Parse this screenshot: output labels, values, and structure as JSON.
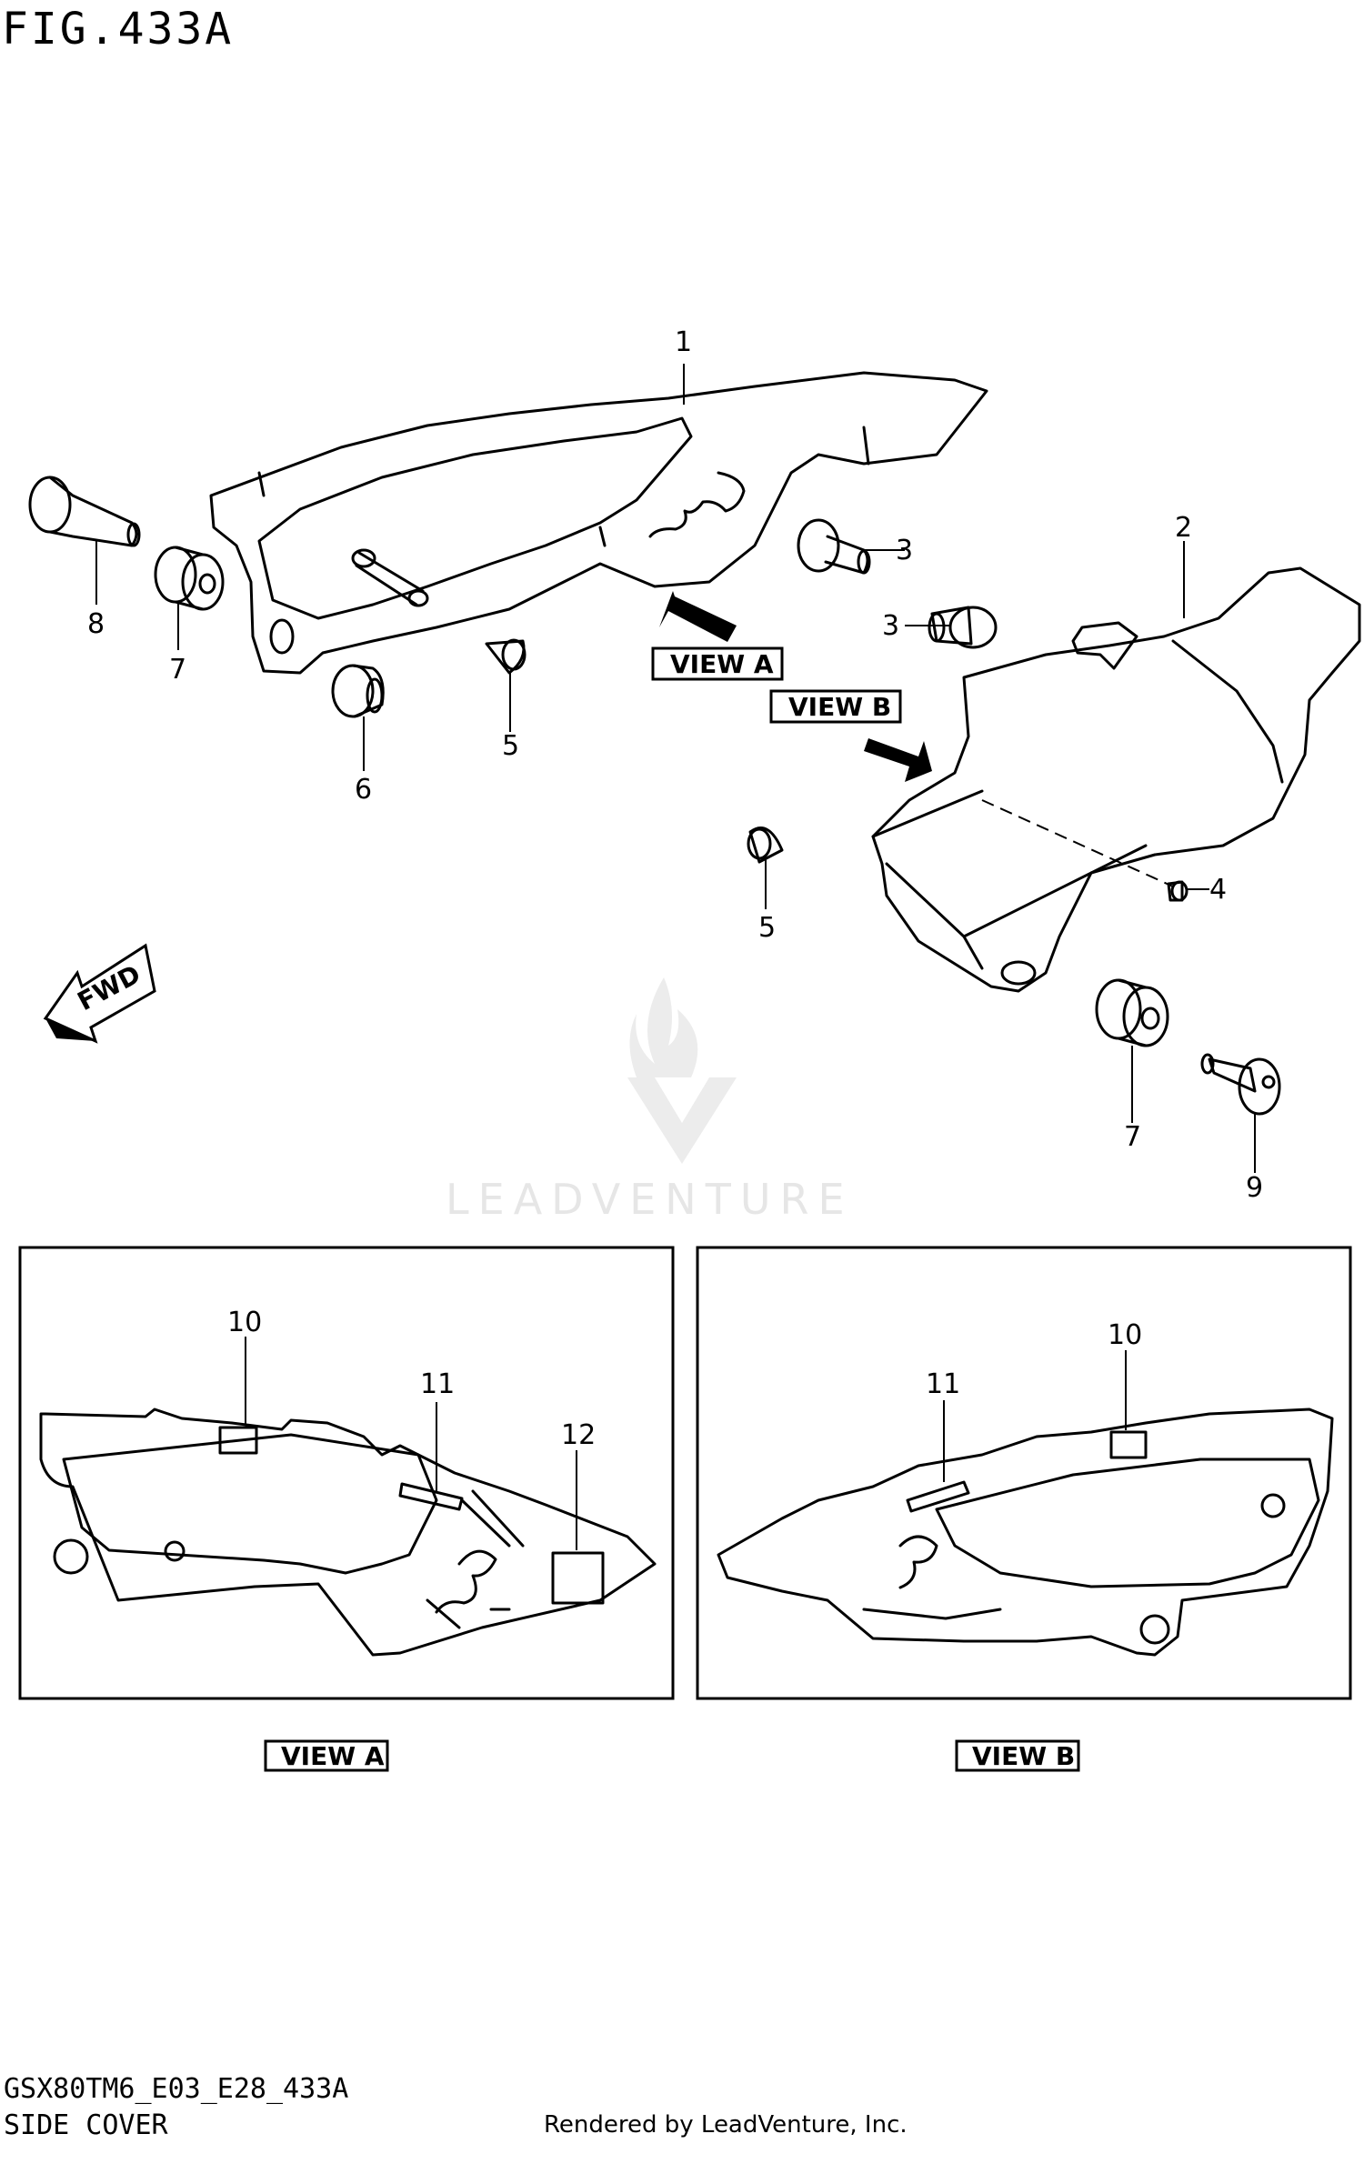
{
  "figure": {
    "title": "FIG.433A",
    "model_code": "GSX80TM6_E03_E28_433A",
    "section_name": "SIDE COVER",
    "render_credit": "Rendered by LeadVenture, Inc."
  },
  "watermark": {
    "text": "LEADVENTURE"
  },
  "direction_badge": {
    "text": "FWD"
  },
  "view_labels": {
    "a": "VIEW A",
    "b": "VIEW B"
  },
  "callouts": {
    "c1": "1",
    "c2": "2",
    "c3a": "3",
    "c3b": "3",
    "c4": "4",
    "c5a": "5",
    "c5b": "5",
    "c6": "6",
    "c7a": "7",
    "c7b": "7",
    "c8": "8",
    "c9": "9",
    "va10": "10",
    "va11": "11",
    "va12": "12",
    "vb10": "10",
    "vb11": "11"
  }
}
